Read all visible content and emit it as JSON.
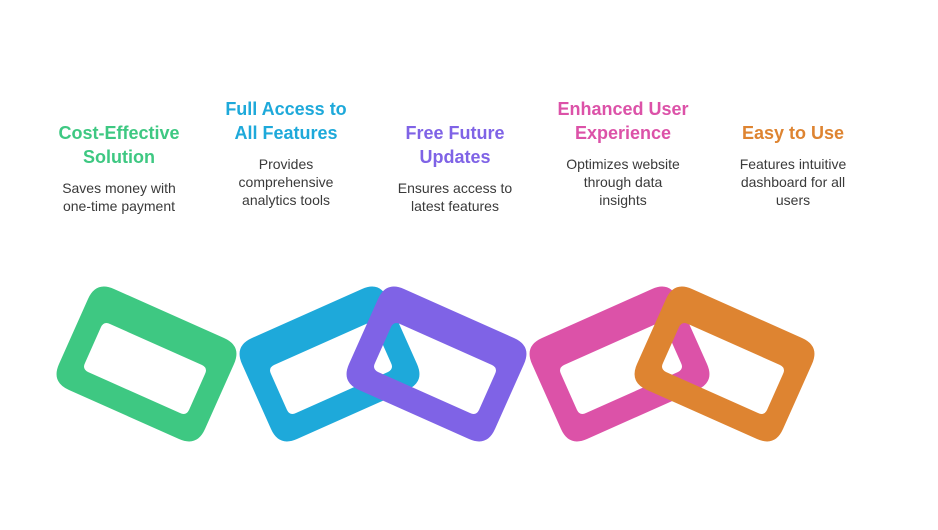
{
  "items": [
    {
      "title_lines": [
        "Cost-Effective",
        "Solution"
      ],
      "desc_lines": [
        "Saves money with",
        "one-time payment"
      ],
      "color": "#3EC882"
    },
    {
      "title_lines": [
        "Full Access to",
        "All Features"
      ],
      "desc_lines": [
        "Provides",
        "comprehensive",
        "analytics tools"
      ],
      "color": "#1EA9DA"
    },
    {
      "title_lines": [
        "Free Future",
        "Updates"
      ],
      "desc_lines": [
        "Ensures access to",
        "latest features"
      ],
      "color": "#7F63E6"
    },
    {
      "title_lines": [
        "Enhanced User",
        "Experience"
      ],
      "desc_lines": [
        "Optimizes website",
        "through data",
        "insights"
      ],
      "color": "#DC52A8"
    },
    {
      "title_lines": [
        "Easy to Use"
      ],
      "desc_lines": [
        "Features intuitive",
        "dashboard for all",
        "users"
      ],
      "color": "#DE8431"
    }
  ]
}
